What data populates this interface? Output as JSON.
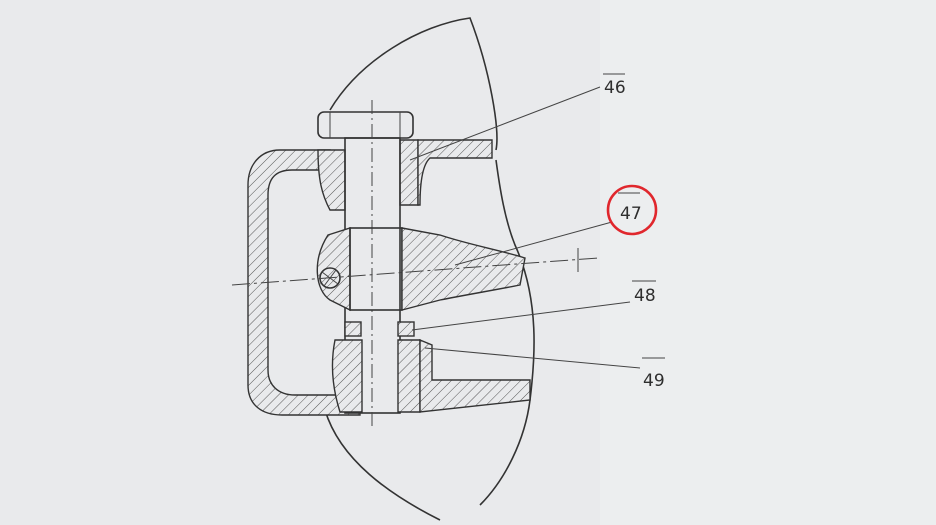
{
  "callouts": [
    {
      "label": "46",
      "highlighted": false
    },
    {
      "label": "47",
      "highlighted": true
    },
    {
      "label": "48",
      "highlighted": false
    },
    {
      "label": "49",
      "highlighted": false
    }
  ],
  "colors": {
    "paper": "#e9eaec",
    "ink": "#333333",
    "highlight": "#e0272d"
  }
}
